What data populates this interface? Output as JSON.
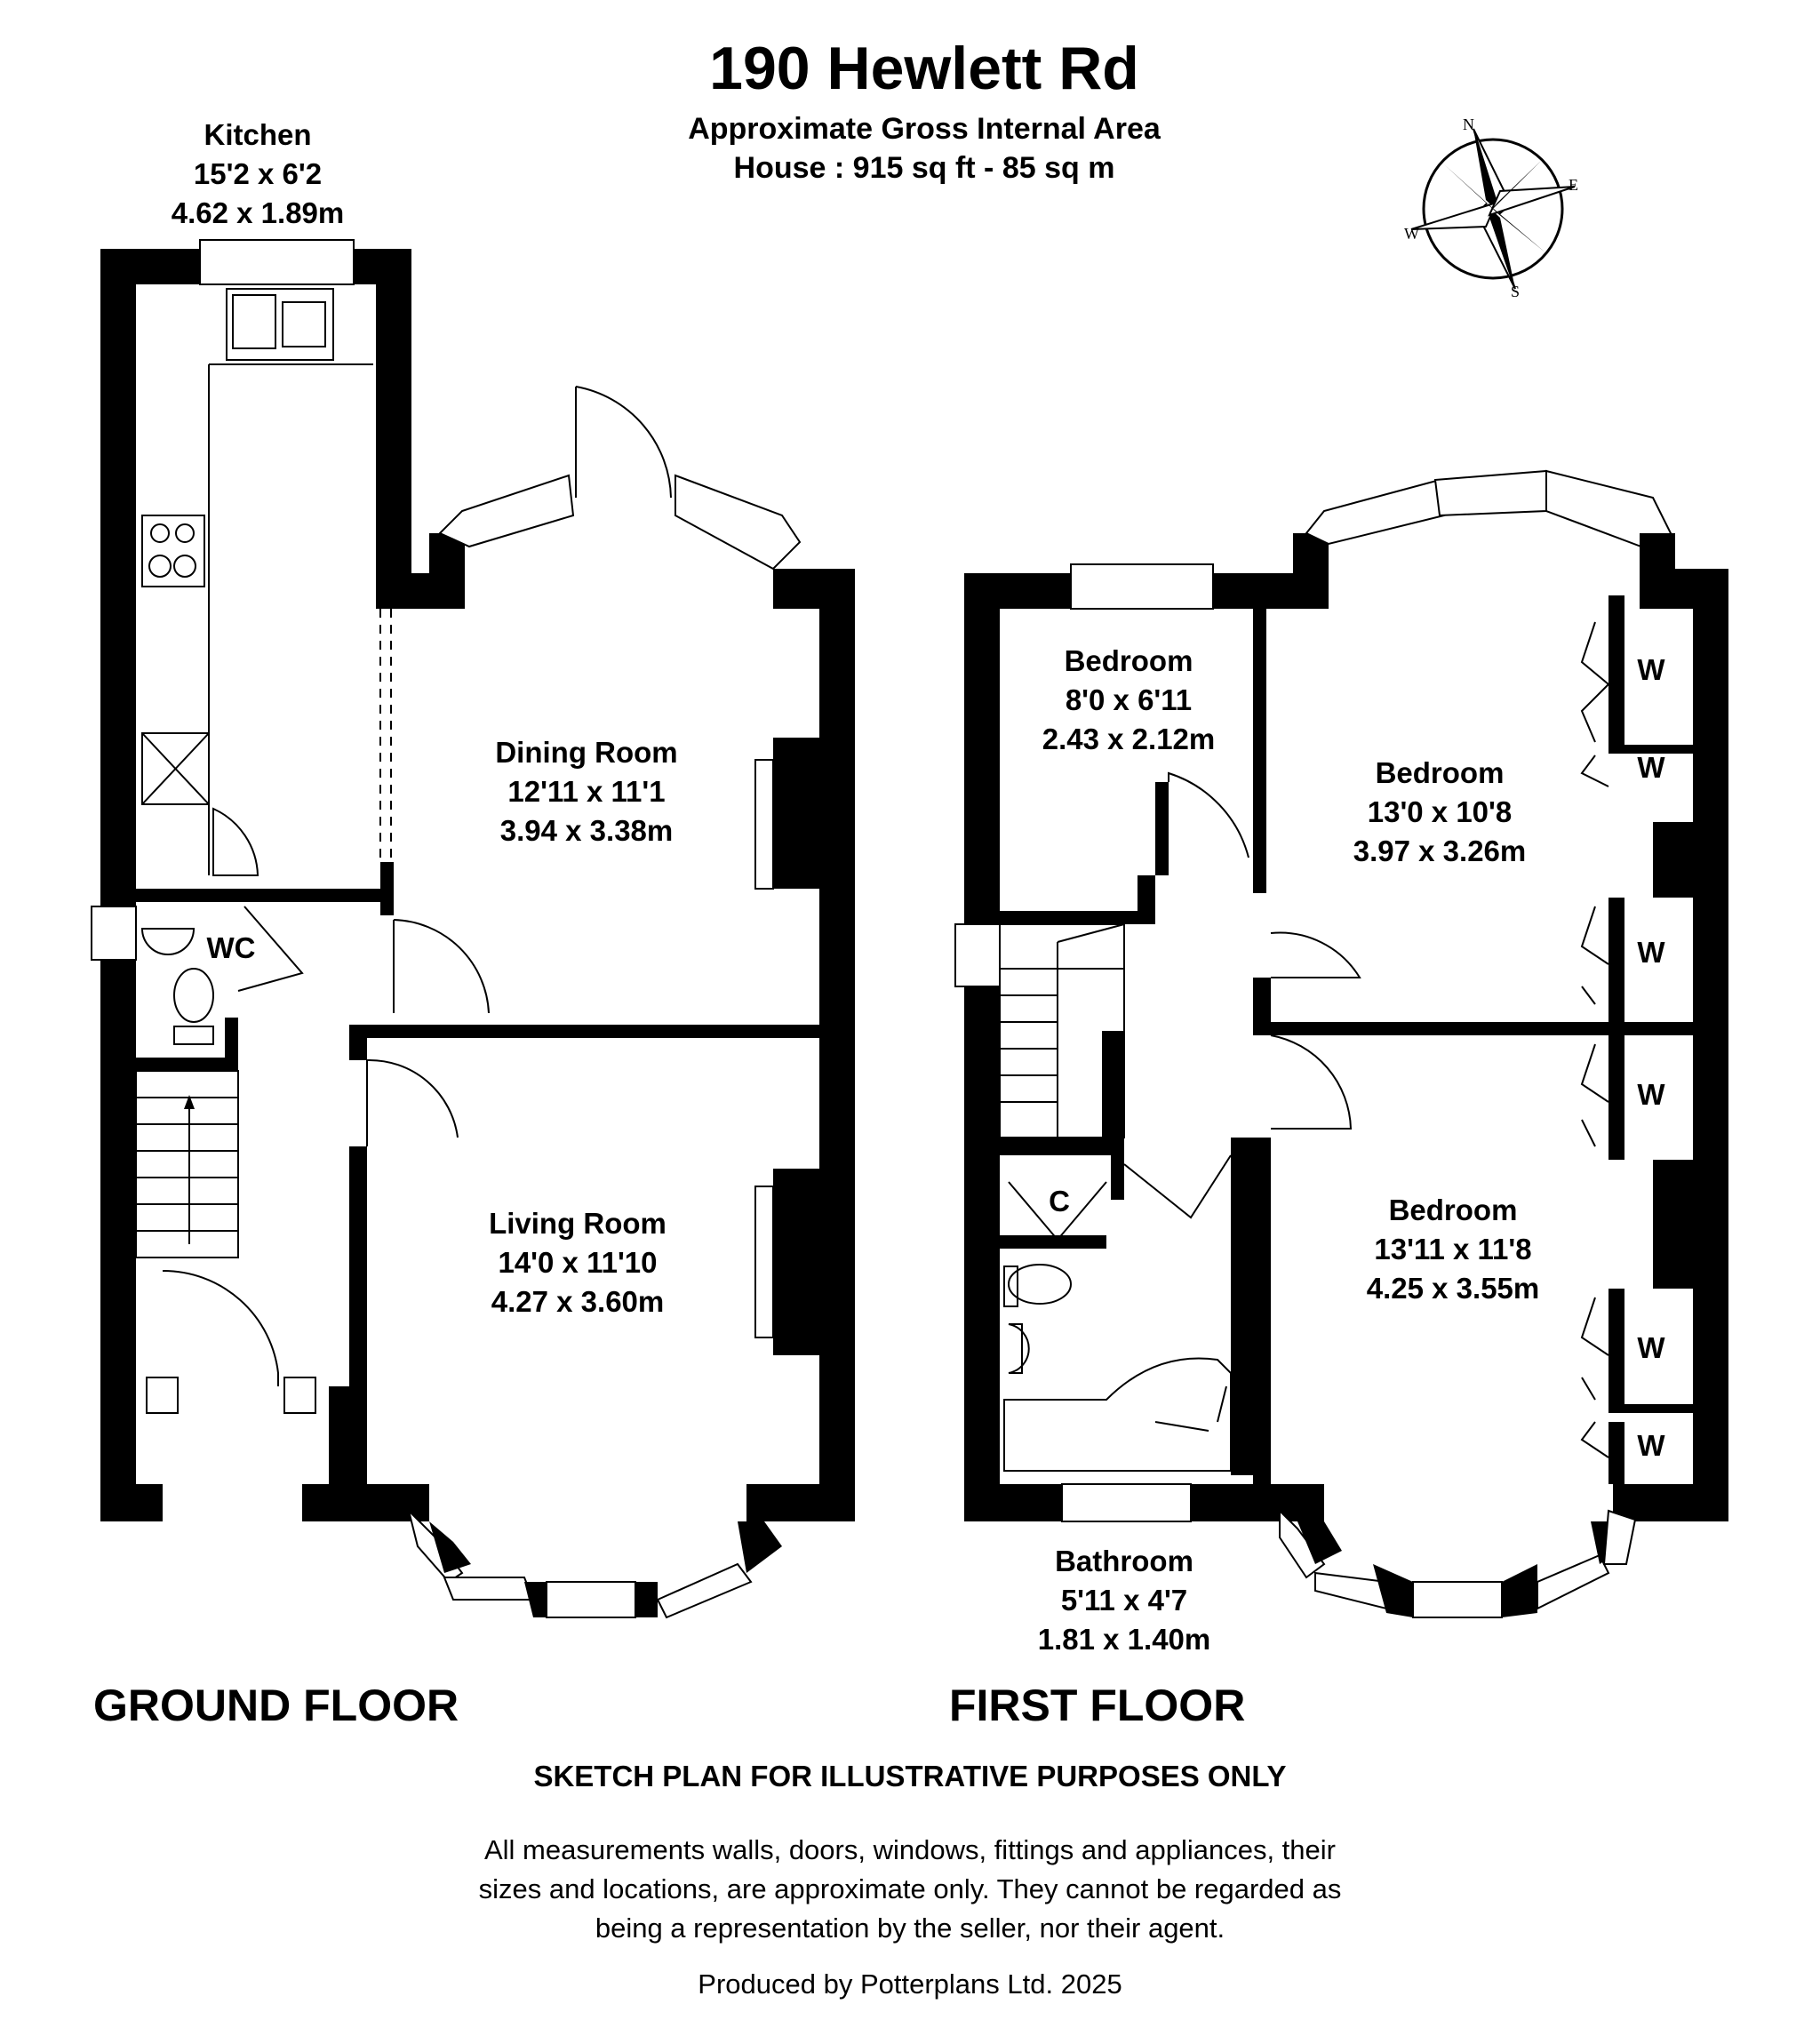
{
  "title": "190 Hewlett Rd",
  "subtitle_1": "Approximate Gross Internal Area",
  "subtitle_2": "House : 915 sq ft - 85 sq m",
  "compass": {
    "n": "N",
    "e": "E",
    "s": "S",
    "w": "W",
    "icon": "compass-rose-icon"
  },
  "ground_floor": {
    "label": "GROUND FLOOR",
    "kitchen": {
      "name": "Kitchen",
      "imperial": "15'2 x 6'2",
      "metric": "4.62 x 1.89m"
    },
    "dining": {
      "name": "Dining Room",
      "imperial": "12'11 x 11'1",
      "metric": "3.94 x 3.38m"
    },
    "wc": {
      "name": "WC"
    },
    "living": {
      "name": "Living Room",
      "imperial": "14'0 x 11'10",
      "metric": "4.27 x 3.60m"
    }
  },
  "first_floor": {
    "label": "FIRST FLOOR",
    "bedroom_small": {
      "name": "Bedroom",
      "imperial": "8'0 x 6'11",
      "metric": "2.43 x 2.12m"
    },
    "bedroom_rear": {
      "name": "Bedroom",
      "imperial": "13'0 x 10'8",
      "metric": "3.97 x 3.26m"
    },
    "bedroom_front": {
      "name": "Bedroom",
      "imperial": "13'11 x 11'8",
      "metric": "4.25 x 3.55m"
    },
    "bathroom": {
      "name": "Bathroom",
      "imperial": "5'11 x 4'7",
      "metric": "1.81 x 1.40m"
    },
    "cupboard": "C",
    "wardrobe": "W"
  },
  "disclaimer": {
    "heading": "SKETCH PLAN FOR ILLUSTRATIVE PURPOSES ONLY",
    "line_1": "All measurements walls, doors, windows, fittings and appliances, their",
    "line_2": "sizes and locations, are approximate only. They cannot be regarded as",
    "line_3": "being a representation by the seller, nor their agent."
  },
  "credit": "Produced by Potterplans Ltd. 2025"
}
